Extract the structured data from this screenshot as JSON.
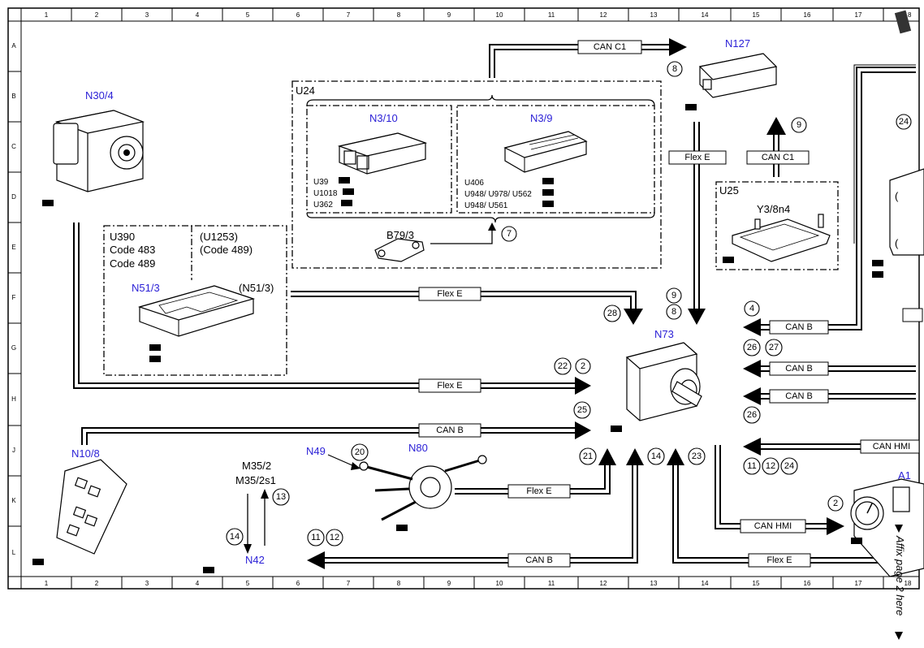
{
  "grid": {
    "columns": [
      "1",
      "2",
      "3",
      "4",
      "5",
      "6",
      "7",
      "8",
      "9",
      "10",
      "11",
      "12",
      "13",
      "14",
      "15",
      "16",
      "17",
      "18"
    ],
    "rows": [
      "A",
      "B",
      "C",
      "D",
      "E",
      "F",
      "G",
      "H",
      "J",
      "K",
      "L"
    ]
  },
  "components": {
    "n127": "N127",
    "n30_4": "N30/4",
    "u24": "U24",
    "n3_10": "N3/10",
    "n3_9": "N3/9",
    "b79_3": "B79/3",
    "u25": "U25",
    "y3_8n4": "Y3/8n4",
    "u390": "U390",
    "code483": "Code 483",
    "code489": "Code 489",
    "u1253": "(U1253)",
    "code489p": "(Code 489)",
    "n51_3": "N51/3",
    "n51_3p": "(N51/3)",
    "n73": "N73",
    "n10_8": "N10/8",
    "n49": "N49",
    "n80": "N80",
    "m35_2": "M35/2",
    "m35_2s1": "M35/2s1",
    "n42": "N42",
    "a1": "A1"
  },
  "codes": {
    "n3_10": [
      "U39",
      "U1018",
      "U362"
    ],
    "n3_9": [
      "U406",
      "U948/ U978/ U562",
      "U948/ U561"
    ]
  },
  "buses": {
    "can_c1_top": "CAN C1",
    "can_c1_mid": "CAN C1",
    "flex_e_right": "Flex E",
    "flex_e_mid": "Flex E",
    "flex_e_lower": "Flex E",
    "can_b_left": "CAN B",
    "flex_e_n80": "Flex E",
    "can_b_bottom": "CAN B",
    "flex_e_bottom": "Flex E",
    "can_hmi_bottom": "CAN HMI",
    "can_b_r1": "CAN B",
    "can_b_r2": "CAN B",
    "can_b_r3": "CAN B",
    "can_hmi_right": "CAN HMI"
  },
  "callouts": {
    "c8_top": "8",
    "c9": "9",
    "c7": "7",
    "c24_right": "24",
    "c9_b": "9",
    "c8_b": "8",
    "c28": "28",
    "c4": "4",
    "c26_a": "26",
    "c27": "27",
    "c22": "22",
    "c2_a": "2",
    "c25": "25",
    "c26_b": "26",
    "c20": "20",
    "c21": "21",
    "c14_a": "14",
    "c23": "23",
    "c11_a": "11",
    "c12_a": "12",
    "c24_b": "24",
    "c13": "13",
    "c14_b": "14",
    "c11_b": "11",
    "c12_b": "12",
    "c2_b": "2"
  },
  "side_note": "Affix page 2 here"
}
